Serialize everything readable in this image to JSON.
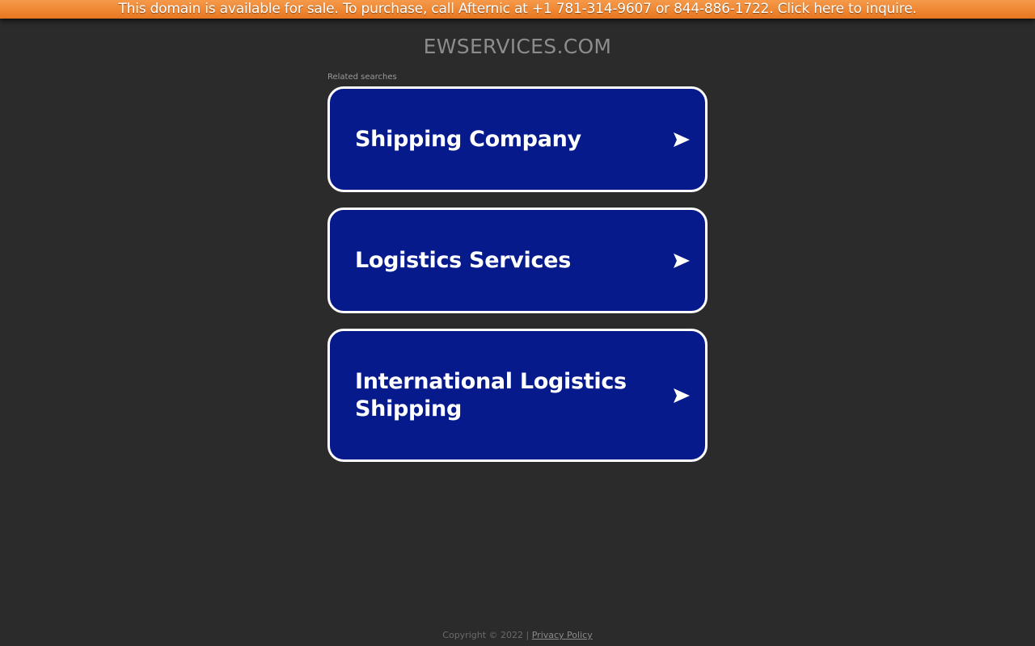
{
  "banner": {
    "text": "This domain is available for sale. To purchase, call Afternic at +1 781-314-9607 or 844-886-1722. Click here to inquire."
  },
  "header": {
    "domain": "EWSERVICES.COM"
  },
  "related": {
    "label": "Related searches",
    "items": [
      {
        "label": "Shipping Company",
        "icon": "arrow-right-icon"
      },
      {
        "label": "Logistics Services",
        "icon": "arrow-right-icon"
      },
      {
        "label": "International Logistics Shipping",
        "icon": "arrow-right-icon"
      }
    ]
  },
  "footer": {
    "copyright": "Copyright © 2022 |",
    "privacy_link": "Privacy Policy"
  },
  "colors": {
    "background": "#2b2b2b",
    "banner": "#e8761f",
    "card": "#061a8c",
    "card_border": "#ffffff"
  }
}
